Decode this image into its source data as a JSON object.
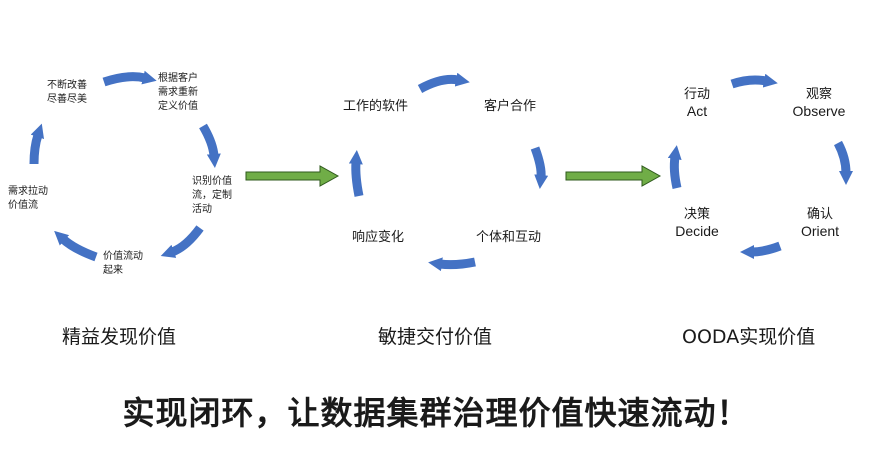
{
  "colors": {
    "arrow_blue": "#4472C4",
    "arrow_green": "#70AD47",
    "arrow_green_stroke": "#2F5A1D",
    "text": "#1a1a1a"
  },
  "lean": {
    "caption": "精益发现价值",
    "nodes": {
      "continuous_improve": "不断改善 尽善尽美",
      "define_value": "根据客户 需求重新 定义价值",
      "identify_stream": "识别价值 流，定制 活动",
      "value_flows": "价值流动 起来",
      "demand_pull": "需求拉动 价值流"
    }
  },
  "agile": {
    "caption": "敏捷交付价值",
    "nodes": {
      "working_software": "工作的软件",
      "customer_collab": "客户合作",
      "individuals": "个体和互动",
      "respond_change": "响应变化"
    }
  },
  "ooda": {
    "caption": "OODA实现价值",
    "nodes": {
      "act_cn": "行动",
      "act_en": "Act",
      "observe_cn": "观察",
      "observe_en": "Observe",
      "orient_cn": "确认",
      "orient_en": "Orient",
      "decide_cn": "决策",
      "decide_en": "Decide"
    }
  },
  "slogan": "实现闭环，让数据集群治理价值快速流动！"
}
